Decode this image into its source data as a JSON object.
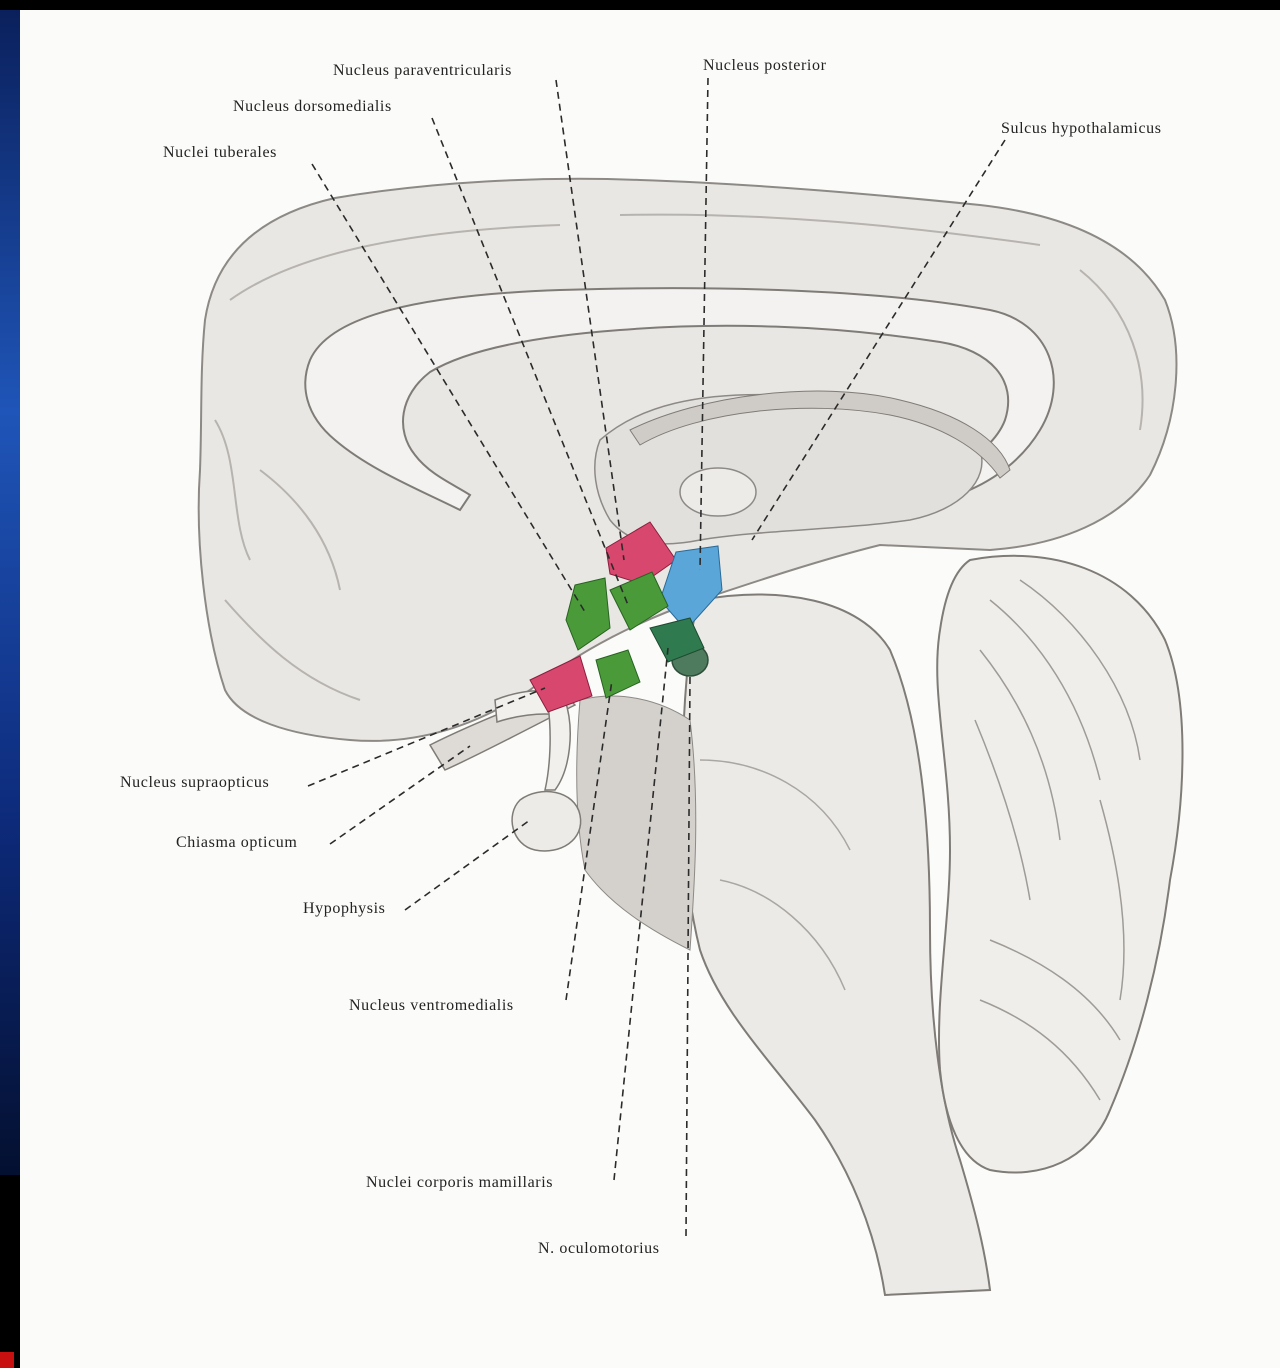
{
  "colors": {
    "plate": "#fbfbf9",
    "nucleus_red": "#d8486e",
    "nucleus_green": "#4a9a3a",
    "nucleus_blue": "#5aa6d8",
    "nucleus_darkgreen": "#2f7a4e",
    "line": "#2b2b2b"
  },
  "labels": {
    "paraventricularis": "Nucleus paraventricularis",
    "posterior": "Nucleus posterior",
    "dorsomedialis": "Nucleus dorsomedialis",
    "tuberales": "Nuclei tuberales",
    "sulcus": "Sulcus hypothalamicus",
    "supraopticus": "Nucleus supraopticus",
    "chiasma": "Chiasma opticum",
    "hypophysis": "Hypophysis",
    "ventromedialis": "Nucleus ventromedialis",
    "mamillaris": "Nuclei corporis mamillaris",
    "oculomotorius": "N. oculomotorius"
  }
}
